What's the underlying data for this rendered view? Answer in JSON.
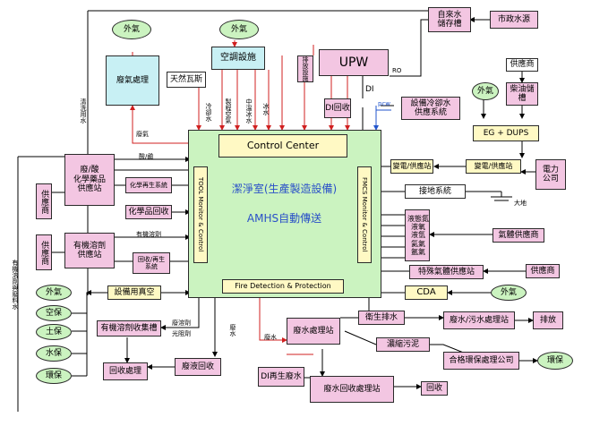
{
  "boxes": {
    "self_water_tank": "自來水\n儲存槽",
    "city_water": "市政水源",
    "supplier_top": "供應商",
    "diesel_tank": "柴油儲槽",
    "eg_dups": "EG + DUPS",
    "outside_air_ell_1": "外氣",
    "outside_air_ell_2": "外氣",
    "outside_air_ell_3": "外氣",
    "outside_air_ell_4": "外氣",
    "outside_air_ell_5": "外氣",
    "waste_gas_treat": "廢氣處理",
    "natural_gas": "天然瓦斯",
    "hvac": "空調設施",
    "exhaust_device": "排放設施",
    "upw": "UPW",
    "di_recovery": "DI回收",
    "process_cooling": "設備冷卻水\n供應系統",
    "control_center": "Control Center",
    "tool_monitor": "TOOL Monitor & Control",
    "fmcs_monitor": "FMCS Monitor & Control",
    "clean_room": "潔淨室(生產製造設備)",
    "amhs": "AMHS自動傳送",
    "fire_detection": "Fire Detection & Protection",
    "acid_chem_supply": "廢/酸\n化學藥品\n供應站",
    "supplier_left_1": "供應商",
    "chem_recycle_sys": "化學再生系統",
    "chem_recovery": "化學品回收",
    "organic_solvent_supply": "有機溶劑\n供應站",
    "supplier_left_2": "供應商",
    "recycle_sys": "回收/再生\n系統",
    "substation_supply": "變電/供應站",
    "substation": "變電/供應站",
    "power_company": "電力\n公司",
    "grounding": "接地系統",
    "gas_list": "液態氮\n液氧\n液氫\n氦氣\n氬氣",
    "gas_supplier": "氣體供應商",
    "special_gas": "特殊氣體供應站",
    "supplier_right": "供應商",
    "cda": "CDA",
    "vacuum": "設備用真空",
    "air_pollution": "空保",
    "soil_pollution": "土保",
    "water_pollution": "水保",
    "env_protect_left": "環保",
    "organic_collect": "有機溶劑收集槽",
    "recover_treat": "回收處理",
    "waste_liquid_recovery": "廢液回收",
    "waste_water_station": "廢水處理站",
    "sanitary_drain": "衛生排水",
    "waste_water_treat": "廢水/污水處理站",
    "discharge": "排放",
    "sludge": "濃縮污泥",
    "certified_env": "合格環保處理公司",
    "env_protect_right": "環保",
    "di_regen_water": "DI再生廢水",
    "waste_water_recovery_station": "廢水回收處理站",
    "recovery_final": "回收"
  },
  "labels": {
    "cleaning_water": "清洗用水",
    "waste_gas": "廢氣",
    "acid_alkali": "酸/鹼",
    "organic_solvent": "有機溶劑",
    "cool_water": "冷卻水",
    "process_exhaust": "製程空氣",
    "pure_cool": "中溫冰水",
    "ice_water": "冰水",
    "ro": "RO",
    "di": "DI",
    "pcw": "pcw",
    "earth": "大地",
    "waste_solvent": "廢溶劑",
    "photo_resist": "光阻劑",
    "waste_water_drop": "廢水",
    "waste_water_2": "廢水",
    "toxic_solvent": "有機溶劑與廢料水"
  }
}
